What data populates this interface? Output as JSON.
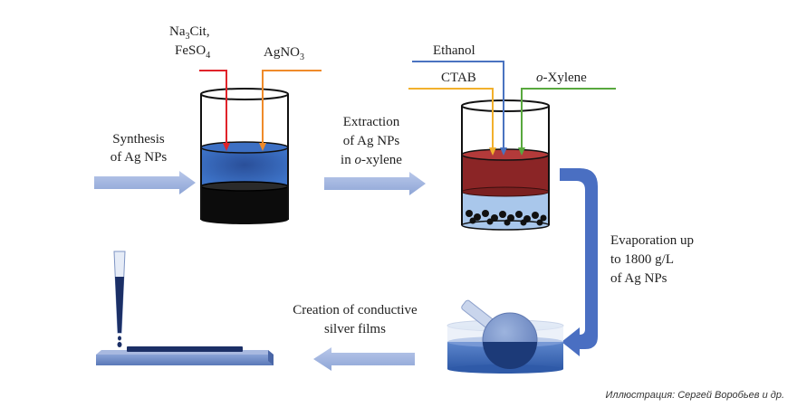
{
  "steps": {
    "synthesis": {
      "line1": "Synthesis",
      "line2": "of Ag NPs"
    },
    "extraction": {
      "line1": "Extraction",
      "line2": "of Ag NPs",
      "line3_pre": "in ",
      "line3_italic": "o",
      "line3_post": "-xylene"
    },
    "evaporation": {
      "line1": "Evaporation up",
      "line2": "to 1800 g/L",
      "line3": "of Ag NPs"
    },
    "creation": {
      "line1": "Creation of conductive",
      "line2": "silver films"
    }
  },
  "reagents": {
    "na3cit": {
      "base": "Na",
      "sub": "3",
      "rest": "Cit,"
    },
    "feso4": {
      "base": "FeSO",
      "sub": "4"
    },
    "agno3": {
      "base": "AgNO",
      "sub": "3"
    },
    "ethanol": "Ethanol",
    "ctab": "CTAB",
    "oxylene": {
      "italic": "o",
      "rest": "-Xylene"
    }
  },
  "credit": "Иллюстрация: Сергей Воробьев и др.",
  "colors": {
    "red_line": "#e0232a",
    "orange_line": "#ef8a2a",
    "blue_line": "#4a73c0",
    "yellow_line": "#f2b02c",
    "green_line": "#58a83e",
    "arrow_fill": "#a7b9e2",
    "big_arrow": "#4a6fc2",
    "blue_solution": "#3366bb",
    "dark_red_layer": "#8b2526",
    "light_blue_layer": "#a9c7eb"
  }
}
